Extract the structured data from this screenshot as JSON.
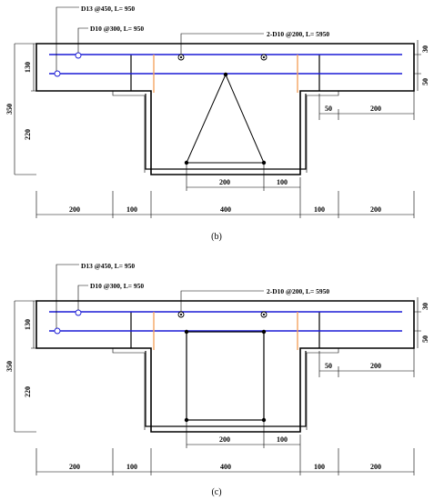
{
  "figures": [
    {
      "caption": "(b)",
      "rebar_labels": {
        "d13": "D13 @450, L= 950",
        "d10": "D10 @300, L= 950",
        "two_d10": "2-D10 @200, L= 5950"
      },
      "left_dims": {
        "total": "350",
        "upper": "130",
        "lower": "220"
      },
      "right_dims": {
        "top": "30",
        "mid": "50"
      },
      "flange_dims": {
        "a": "50",
        "b": "200"
      },
      "inner_dims": {
        "a": "200",
        "b": "100"
      },
      "bottom_dims": [
        "200",
        "100",
        "400",
        "100",
        "200"
      ],
      "web_bars": "triangle"
    },
    {
      "caption": "(c)",
      "rebar_labels": {
        "d13": "D13 @450, L= 950",
        "d10": "D10 @300, L= 950",
        "two_d10": "2-D10 @200, L= 5950"
      },
      "left_dims": {
        "total": "350",
        "upper": "130",
        "lower": "220"
      },
      "right_dims": {
        "top": "30",
        "mid": "50"
      },
      "flange_dims": {
        "a": "50",
        "b": "200"
      },
      "inner_dims": {
        "a": "200",
        "b": "100"
      },
      "bottom_dims": [
        "200",
        "100",
        "400",
        "100",
        "200"
      ],
      "web_bars": "rectangle"
    }
  ]
}
